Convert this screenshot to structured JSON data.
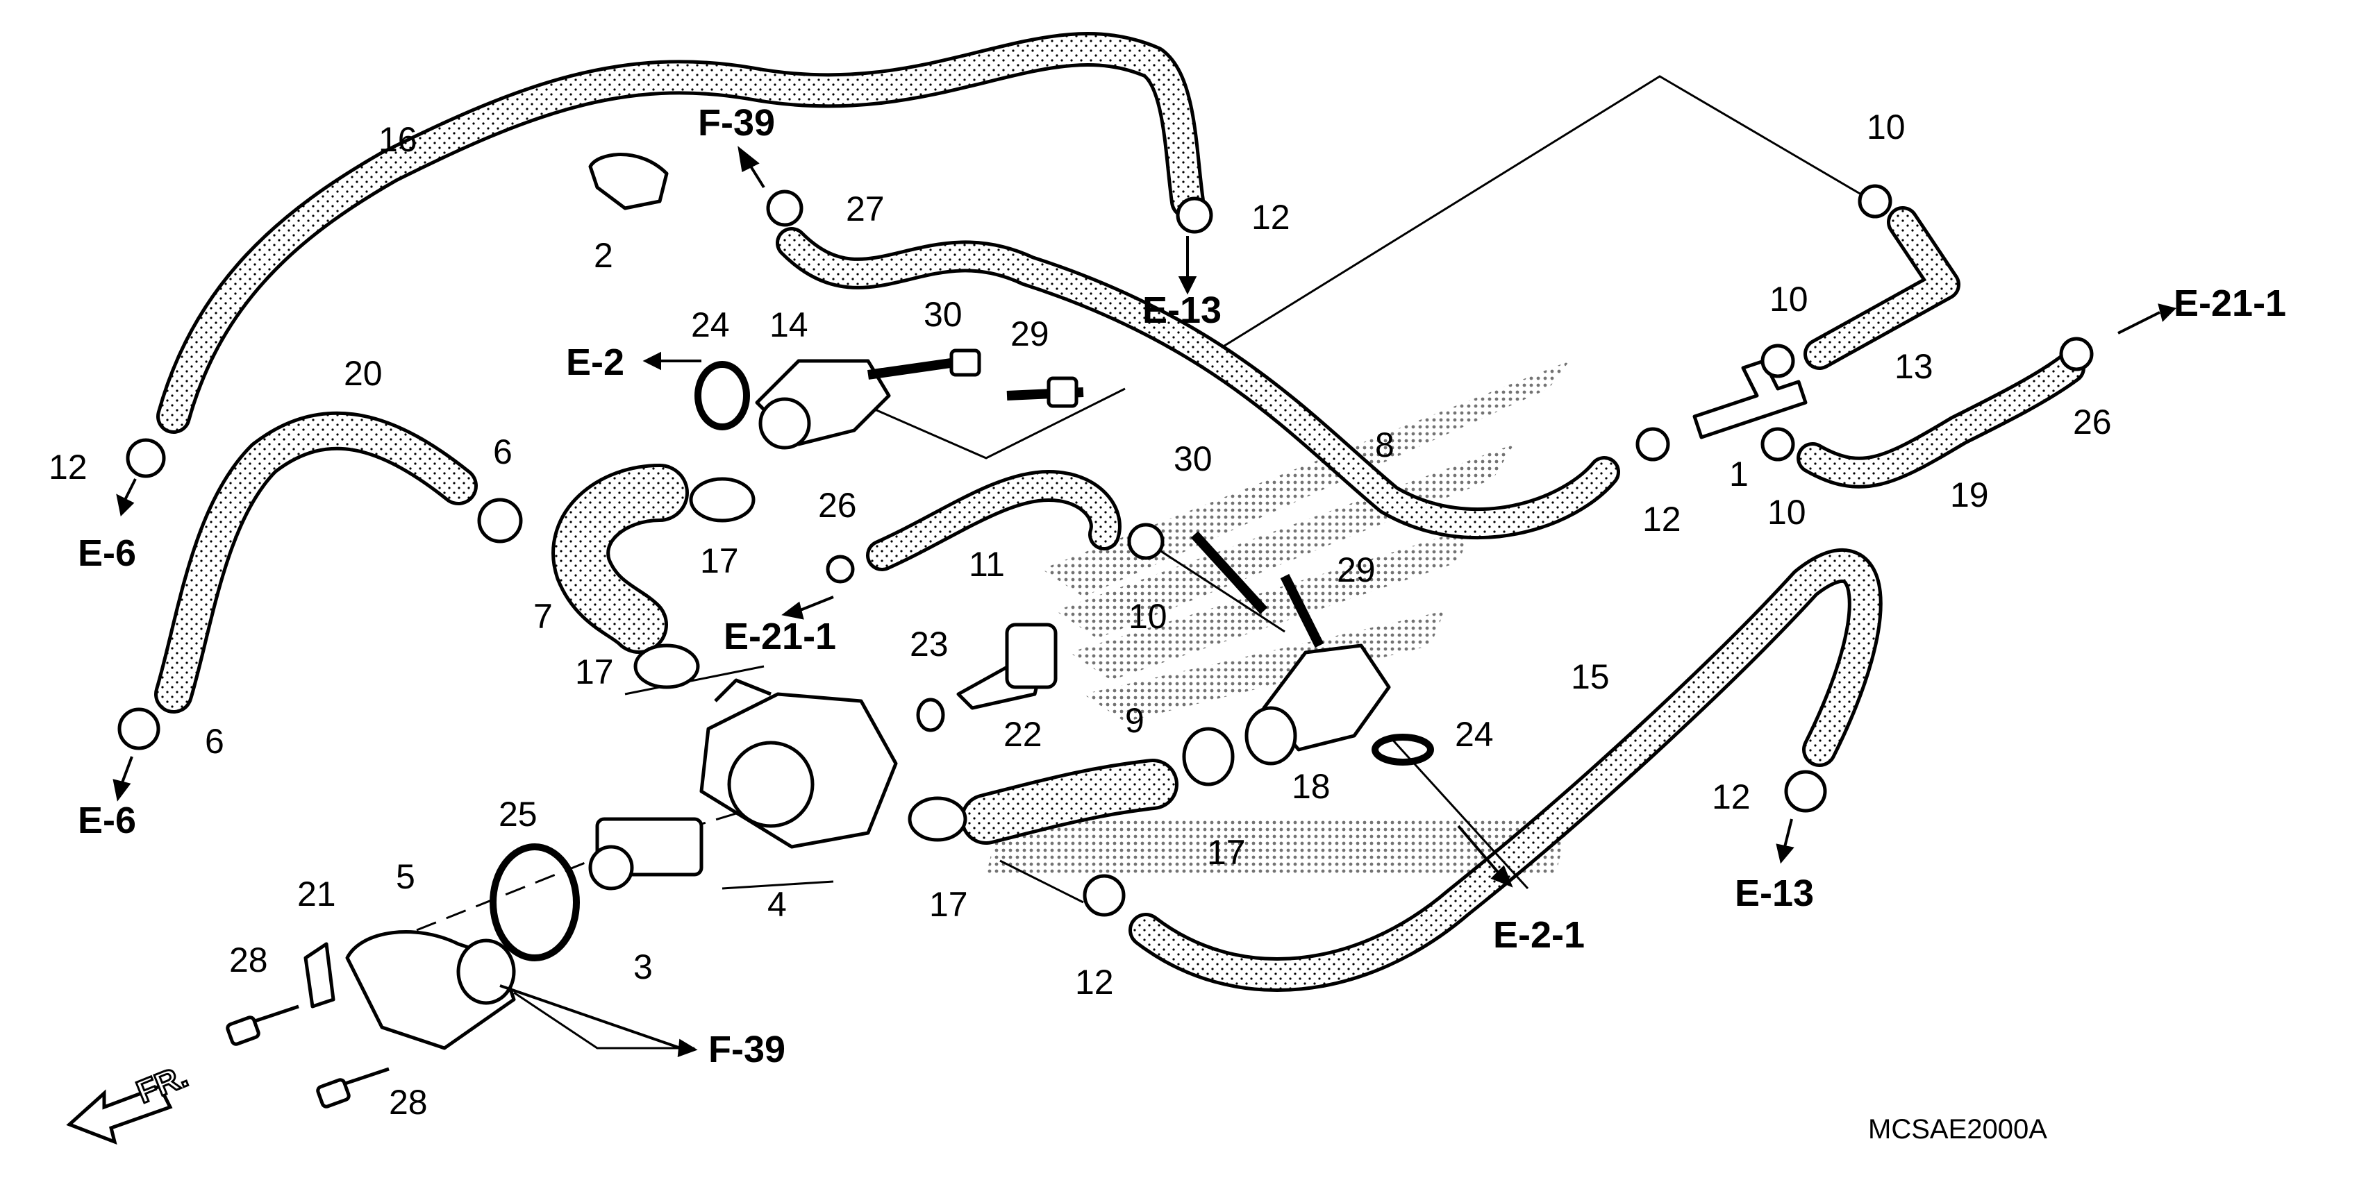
{
  "diagram": {
    "part_numbers": {
      "p1": "1",
      "p2": "2",
      "p3": "3",
      "p4": "4",
      "p5": "5",
      "p6a": "6",
      "p6b": "6",
      "p7": "7",
      "p8": "8",
      "p9": "9",
      "p10a": "10",
      "p10b": "10",
      "p10c": "10",
      "p10d": "10",
      "p11": "11",
      "p12a": "12",
      "p12b": "12",
      "p12c": "12",
      "p12d": "12",
      "p12e": "12",
      "p13": "13",
      "p14": "14",
      "p15": "15",
      "p16": "16",
      "p17a": "17",
      "p17b": "17",
      "p17c": "17",
      "p17d": "17",
      "p18": "18",
      "p19": "19",
      "p20": "20",
      "p21": "21",
      "p22": "22",
      "p23": "23",
      "p24a": "24",
      "p24b": "24",
      "p25": "25",
      "p26a": "26",
      "p26b": "26",
      "p27": "27",
      "p28a": "28",
      "p28b": "28",
      "p29a": "29",
      "p29b": "29",
      "p30a": "30",
      "p30b": "30"
    },
    "references": {
      "f39_top": "F-39",
      "e13_top": "E-13",
      "e21_1_right": "E-21-1",
      "e2": "E-2",
      "e6_top": "E-6",
      "e6_bottom": "E-6",
      "e21_1_mid": "E-21-1",
      "e2_1": "E-2-1",
      "e13_right": "E-13",
      "f39_bottom": "F-39"
    },
    "front_label": "FR.",
    "diagram_code": "MCSAE2000A"
  }
}
